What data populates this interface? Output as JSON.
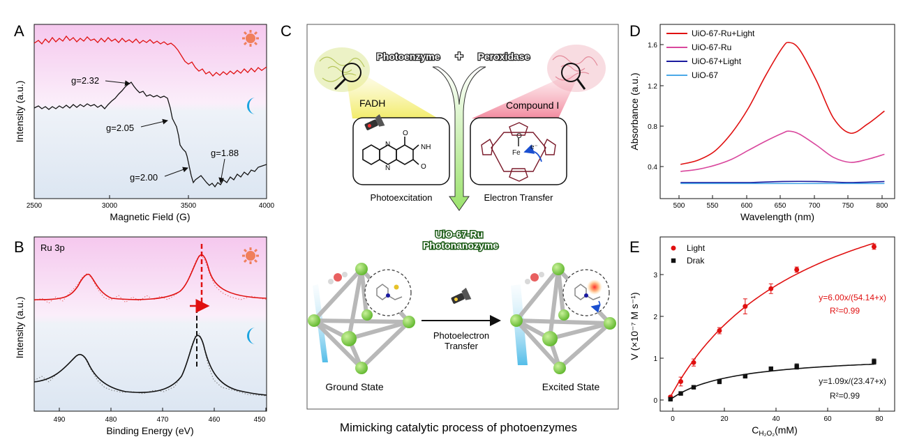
{
  "panels": {
    "A": {
      "letter": "A",
      "xlabel": "Magnetic Field (G)",
      "ylabel": "Intensity (a.u.)",
      "xticks": [
        "2500",
        "3000",
        "3500",
        "4000"
      ],
      "annotations": [
        "g=2.32",
        "g=2.05",
        "g=2.00",
        "g=1.88"
      ]
    },
    "B": {
      "letter": "B",
      "xlabel": "Binding Energy (eV)",
      "ylabel": "Intensity (a.u.)",
      "xticks": [
        "490",
        "480",
        "470",
        "460",
        "450"
      ],
      "tag": "Ru 3p"
    },
    "C": {
      "letter": "C",
      "photoenzyme": "Photoenzyme",
      "plus": "+",
      "peroxidase": "Peroxidase",
      "fadh": "FADH",
      "compound": "Compound I",
      "photoexcitation": "Photoexcitation",
      "electron_transfer": "Electron Transfer",
      "nanozyme_line1": "UiO-67-Ru",
      "nanozyme_line2": "Photonanozyme",
      "photoelectron_line1": "Photoelectron",
      "photoelectron_line2": "Transfer",
      "ground": "Ground State",
      "excited": "Excited State",
      "caption": "Mimicking catalytic process of photoenzymes",
      "fe": "Fe",
      "o": "O",
      "eminus": "e⁻",
      "o1": "O",
      "o2": "O",
      "nh": "NH",
      "n1": "N",
      "n2": "N"
    },
    "D": {
      "letter": "D",
      "xlabel": "Wavelength (nm)",
      "ylabel": "Absorbance (a.u.)",
      "xticks": [
        "500",
        "550",
        "600",
        "650",
        "700",
        "750",
        "800"
      ],
      "yticks": [
        "0.4",
        "0.8",
        "1.2",
        "1.6"
      ]
    },
    "E": {
      "letter": "E",
      "xlabel_main": "C",
      "xlabel_sub": "H₂O₂",
      "xlabel_tail": "(mM)",
      "ylabel": "V (×10⁻⁷ M s⁻¹)",
      "xticks": [
        "0",
        "20",
        "40",
        "60",
        "80"
      ],
      "yticks": [
        "0",
        "1",
        "2",
        "3"
      ],
      "eq_light": "y=6.00x/(54.14+x)",
      "r2_light": "R²=0.99",
      "eq_dark": "y=1.09x/(23.47+x)",
      "r2_dark": "R²=0.99"
    }
  },
  "colors": {
    "red": "#e01010",
    "magenta": "#d9479d",
    "navy": "#1a1a9e",
    "sky": "#4aa9e8",
    "green": "#6bc83a"
  },
  "chart_data": [
    {
      "panel": "D",
      "type": "line",
      "xlabel": "Wavelength (nm)",
      "ylabel": "Absorbance (a.u.)",
      "xlim": [
        470,
        815
      ],
      "ylim": [
        0.05,
        1.78
      ],
      "legend_position": "top-left",
      "series": [
        {
          "name": "UiO-67-Ru+Light",
          "color": "#e01010",
          "x": [
            500,
            525,
            550,
            575,
            600,
            625,
            650,
            660,
            675,
            700,
            725,
            750,
            775,
            800
          ],
          "y": [
            0.39,
            0.43,
            0.52,
            0.7,
            0.95,
            1.27,
            1.55,
            1.6,
            1.53,
            1.22,
            0.85,
            0.7,
            0.79,
            0.92
          ]
        },
        {
          "name": "UiO-67-Ru",
          "color": "#d9479d",
          "x": [
            500,
            525,
            550,
            575,
            600,
            625,
            650,
            660,
            675,
            700,
            725,
            750,
            775,
            800
          ],
          "y": [
            0.32,
            0.34,
            0.38,
            0.44,
            0.53,
            0.62,
            0.7,
            0.72,
            0.69,
            0.58,
            0.46,
            0.41,
            0.44,
            0.49
          ]
        },
        {
          "name": "UiO-67+Light",
          "color": "#1a1a9e",
          "x": [
            500,
            550,
            600,
            650,
            700,
            750,
            800
          ],
          "y": [
            0.21,
            0.21,
            0.21,
            0.22,
            0.22,
            0.21,
            0.22
          ]
        },
        {
          "name": "UiO-67",
          "color": "#4aa9e8",
          "x": [
            500,
            550,
            600,
            650,
            700,
            750,
            800
          ],
          "y": [
            0.2,
            0.2,
            0.2,
            0.2,
            0.2,
            0.2,
            0.2
          ]
        }
      ]
    },
    {
      "panel": "E",
      "type": "scatter",
      "xlim": [
        -3,
        88
      ],
      "ylim": [
        -0.22,
        3.72
      ],
      "legend_position": "top-left",
      "series": [
        {
          "name": "Light",
          "color": "#e01010",
          "marker": "circle",
          "x": [
            1,
            5,
            10,
            20,
            30,
            40,
            50,
            80
          ],
          "y": [
            0.1,
            0.45,
            0.88,
            1.6,
            2.15,
            2.55,
            2.98,
            3.5
          ],
          "err": [
            0.03,
            0.1,
            0.08,
            0.07,
            0.17,
            0.11,
            0.06,
            0.06
          ],
          "fit": {
            "Vmax": 6.0,
            "Km": 54.14
          }
        },
        {
          "name": "Drak",
          "color": "#111111",
          "marker": "square",
          "x": [
            1,
            5,
            10,
            20,
            30,
            40,
            50,
            80
          ],
          "y": [
            0.05,
            0.18,
            0.32,
            0.45,
            0.57,
            0.74,
            0.79,
            0.9
          ],
          "err": [
            0.02,
            0.03,
            0.02,
            0.05,
            0.03,
            0.04,
            0.06,
            0.06
          ],
          "fit": {
            "Vmax": 1.09,
            "Km": 23.47
          }
        }
      ]
    }
  ]
}
